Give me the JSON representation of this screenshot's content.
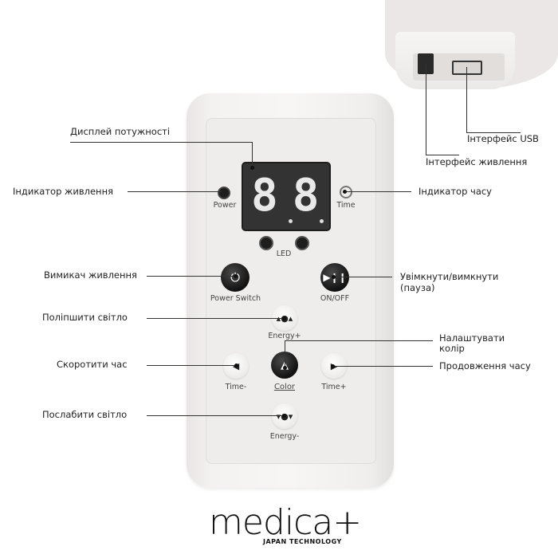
{
  "device": {
    "display": {
      "value": "8.8",
      "digits": [
        "8",
        "8"
      ]
    },
    "labels": {
      "power": "Power",
      "time": "Time",
      "led": "LED",
      "power_switch": "Power Switch",
      "on_off": "ON/OFF",
      "energy_plus": "Energy+",
      "time_minus": "Time-",
      "color": "Color",
      "time_plus": "Time+",
      "energy_minus": "Energy-"
    },
    "icons": {
      "power_switch": "power-icon",
      "on_off": "play-pause-icon",
      "energy_plus": "brightness-up-icon",
      "time_minus": "triangle-left-icon",
      "color": "beacon-light-icon",
      "time_plus": "triangle-right-icon",
      "energy_minus": "brightness-down-icon"
    }
  },
  "callouts": {
    "power_display": "Дисплей потужності",
    "power_indicator": "Індикатор живлення",
    "time_indicator": "Індикатор часу",
    "power_switch": "Вимикач живлення",
    "on_off_pause_line1": "Увімкнути/вимкнути",
    "on_off_pause_line2": "(пауза)",
    "energy_up": "Поліпшити світло",
    "set_color_line1": "Налаштувати",
    "set_color_line2": "колір",
    "time_down": "Скоротити час",
    "time_up": "Продовження часу",
    "energy_down": "Послабити світло",
    "usb_interface": "Інтерфейс USB",
    "power_interface": "Інтерфейс живлення"
  },
  "brand": {
    "name": "medica+",
    "tagline": "JAPAN TECHNOLOGY"
  },
  "colors": {
    "device_body": "#f4f2f1",
    "panel": "#efedec",
    "display_bg": "#333333",
    "segment": "#e9e9e9",
    "text": "#222222"
  }
}
